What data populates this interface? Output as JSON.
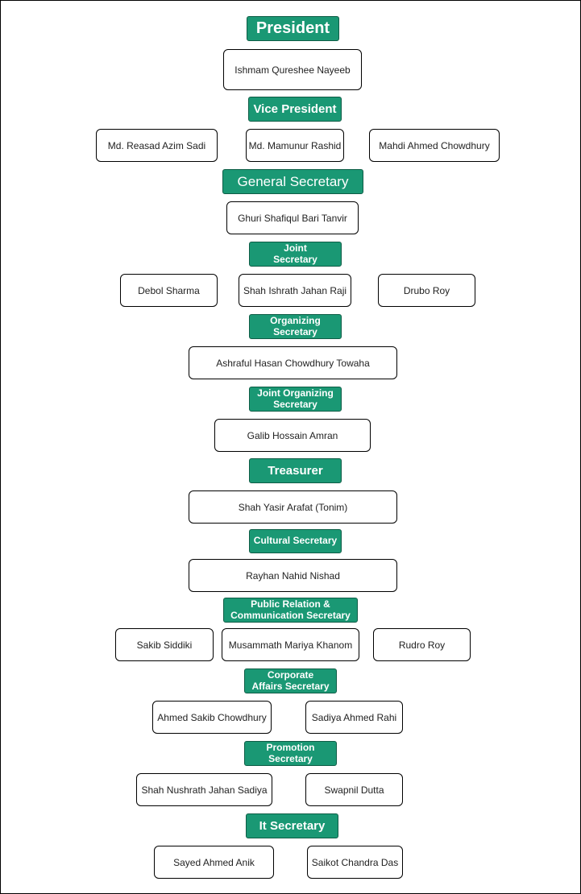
{
  "roles": {
    "president": "President",
    "vice_president": "Vice President",
    "general_secretary": "General Secretary",
    "joint_secretary": "Joint\nSecretary",
    "organizing_secretary": "Organizing\nSecretary",
    "joint_organizing_secretary": "Joint Organizing\nSecretary",
    "treasurer": "Treasurer",
    "cultural_secretary": "Cultural Secretary",
    "public_relation": "Public Relation &\nCommunication Secretary",
    "corporate_affairs": "Corporate\nAffairs Secretary",
    "promotion_secretary": "Promotion\nSecretary",
    "it_secretary": "It Secretary"
  },
  "members": {
    "president": [
      "Ishmam Qureshee Nayeeb"
    ],
    "vice_president": [
      "Md. Reasad Azim Sadi",
      "Md. Mamunur Rashid",
      "Mahdi Ahmed Chowdhury"
    ],
    "general_secretary": [
      "Ghuri Shafiqul Bari Tanvir"
    ],
    "joint_secretary": [
      "Debol Sharma",
      "Shah Ishrath Jahan Raji",
      "Drubo Roy"
    ],
    "organizing_secretary": [
      "Ashraful Hasan Chowdhury Towaha"
    ],
    "joint_organizing_secretary": [
      "Galib Hossain Amran"
    ],
    "treasurer": [
      "Shah Yasir Arafat (Tonim)"
    ],
    "cultural_secretary": [
      "Rayhan Nahid Nishad"
    ],
    "public_relation": [
      "Sakib Siddiki",
      "Musammath Mariya Khanom",
      "Rudro Roy"
    ],
    "corporate_affairs": [
      "Ahmed Sakib Chowdhury",
      "Sadiya Ahmed Rahi"
    ],
    "promotion_secretary": [
      "Shah Nushrath Jahan Sadiya",
      "Swapnil Dutta"
    ],
    "it_secretary": [
      "Sayed Ahmed Anik",
      "Saikot Chandra Das"
    ]
  },
  "colors": {
    "role_fill": "#1a9874",
    "role_border": "#0e5d46",
    "role_text": "#ffffff",
    "member_border": "#000000"
  }
}
